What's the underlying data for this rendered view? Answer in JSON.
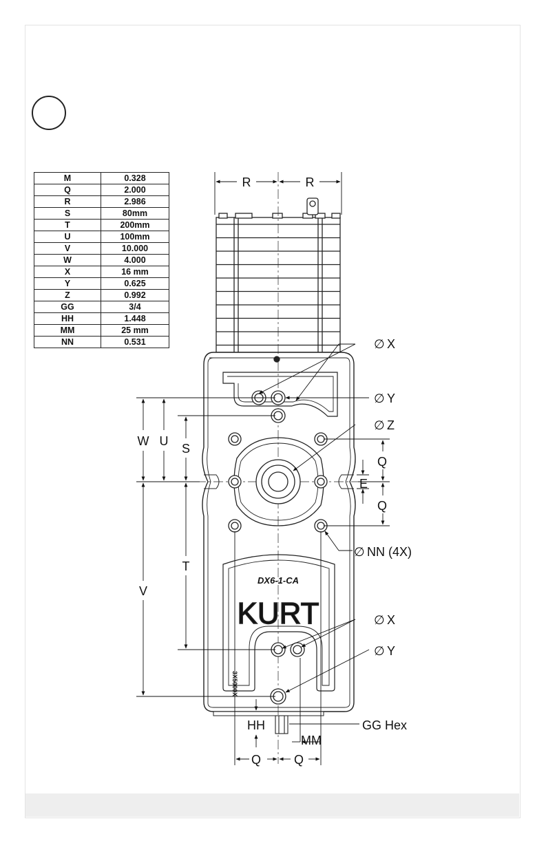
{
  "dimension_table": [
    {
      "key": "M",
      "value": "0.328"
    },
    {
      "key": "Q",
      "value": "2.000"
    },
    {
      "key": "R",
      "value": "2.986"
    },
    {
      "key": "S",
      "value": "80mm"
    },
    {
      "key": "T",
      "value": "200mm"
    },
    {
      "key": "U",
      "value": "100mm"
    },
    {
      "key": "V",
      "value": "10.000"
    },
    {
      "key": "W",
      "value": "4.000"
    },
    {
      "key": "X",
      "value": "16 mm"
    },
    {
      "key": "Y",
      "value": "0.625"
    },
    {
      "key": "Z",
      "value": "0.992"
    },
    {
      "key": "GG",
      "value": "3/4"
    },
    {
      "key": "HH",
      "value": "1.448"
    },
    {
      "key": "MM",
      "value": "25 mm"
    },
    {
      "key": "NN",
      "value": "0.531"
    }
  ],
  "labels": {
    "r": "R",
    "dia_x": "X",
    "dia_y": "Y",
    "dia_z": "Z",
    "dia_nn": "NN (4X)",
    "w": "W",
    "u": "U",
    "s": "S",
    "t": "T",
    "v": "V",
    "q": "Q",
    "e": "E",
    "hh": "HH",
    "mm": "MM",
    "gg_hex": "GG Hex",
    "diameter_symbol": "∅"
  },
  "part": {
    "model": "DX6-1-CA",
    "brand": "KURT",
    "side_stamp": "3X5000X"
  }
}
